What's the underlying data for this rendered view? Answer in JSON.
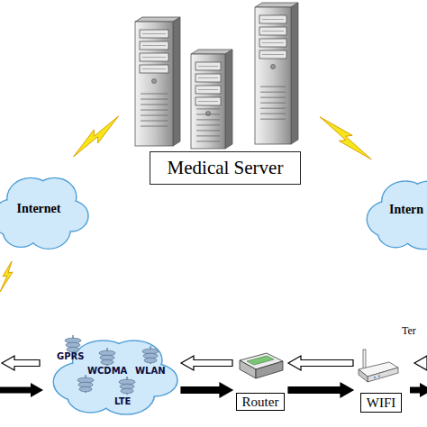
{
  "diagram": {
    "nodes": [
      {
        "text": [
          "Medical Server"
        ]
      },
      {
        "text": [
          "Internet"
        ]
      },
      {
        "text": [
          "Intern"
        ]
      },
      {
        "text": [
          "GPRS",
          "WCDMA",
          "WLAN",
          "LTE"
        ]
      },
      {
        "text": [
          "Router"
        ]
      },
      {
        "text": [
          "WIFI"
        ]
      }
    ],
    "edges": [
      {
        "from": 0,
        "to": 1,
        "arrow": "none"
      },
      {
        "from": 0,
        "to": 2,
        "arrow": "none"
      },
      {
        "from": 4,
        "to": 3,
        "arrow": "to"
      },
      {
        "from": 3,
        "to": 4,
        "arrow": "to"
      },
      {
        "from": 5,
        "to": 4,
        "arrow": "to"
      },
      {
        "from": 4,
        "to": 5,
        "arrow": "to"
      }
    ],
    "labels": [
      "Ter"
    ]
  }
}
